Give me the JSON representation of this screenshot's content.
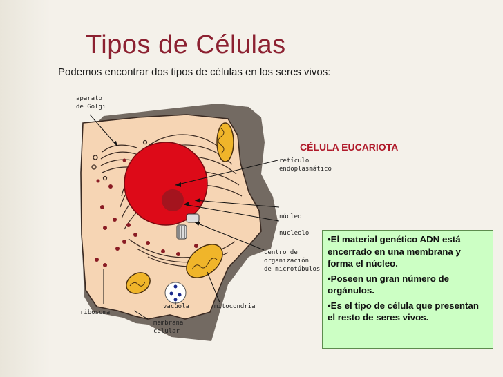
{
  "slide": {
    "title": "Tipos de Células",
    "subtitle": "Podemos encontrar dos tipos de células en los seres vivos:"
  },
  "diagram": {
    "heading": "CÉLULA EUCARIOTA",
    "labels": {
      "golgi_1": "aparato",
      "golgi_2": "de Golgi",
      "er_1": "retículo",
      "er_2": "endoplasmático",
      "nucleus": "núcleo",
      "nucleolus": "nucleolo",
      "centrosome_1": "centro de",
      "centrosome_2": "organización",
      "centrosome_3": "de microtúbulos",
      "ribosome": "ribosoma",
      "vacuole": "vacuola",
      "mitochondria": "mitocondria",
      "membrane_1": "membrana",
      "membrane_2": "celular"
    },
    "colors": {
      "cell_wall": "#736a62",
      "cytoplasm": "#f6d5b4",
      "nucleus": "#dd0a18",
      "nucleolus": "#a4141e",
      "mitochondria": "#f0b52a",
      "ribosome": "#8a1c24"
    }
  },
  "info": {
    "bullets": [
      "•El material genético ADN está encerrado en una membrana y forma el núcleo.",
      "•Poseen un gran número de orgánulos.",
      "•Es el tipo de célula que presentan el resto de seres vivos."
    ]
  }
}
